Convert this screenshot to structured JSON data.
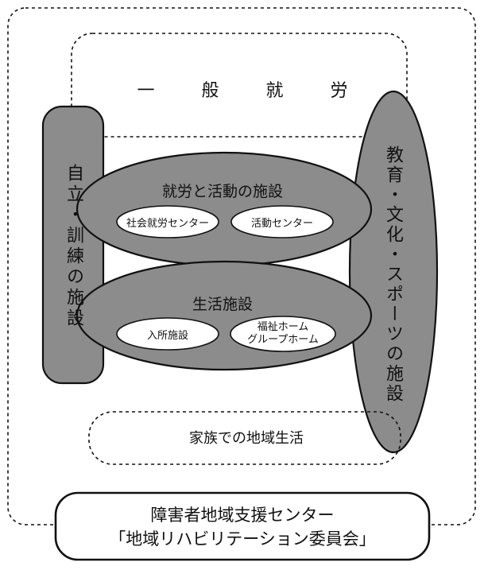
{
  "diagram": {
    "general_work": "一 般 就 労",
    "self_reliance": "自立・訓練の施設",
    "education_culture_sports": "教育・文化・スポーツの施設",
    "work_activity": {
      "title": "就労と活動の施設",
      "items": [
        "社会就労センター",
        "活動センター"
      ]
    },
    "living": {
      "title": "生活施設",
      "items": [
        "入所施設"
      ],
      "welfare_home_line1": "福祉ホーム",
      "welfare_home_line2": "グループホーム"
    },
    "family_community_life": "家族での地域生活",
    "support_center": {
      "line1": "障害者地域支援センター",
      "line2": "「地域リハビリテーション委員会」"
    }
  },
  "colors": {
    "gray_fill": "#8c8c8c",
    "white_fill": "#ffffff",
    "line": "#111111"
  }
}
